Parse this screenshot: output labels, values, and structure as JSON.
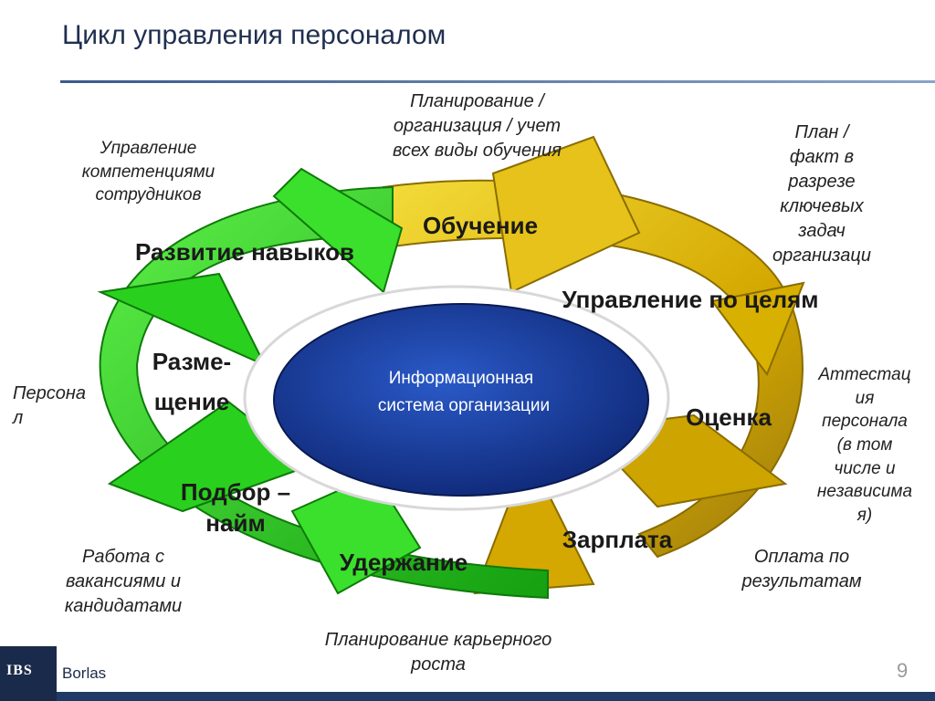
{
  "header": {
    "title": "Цикл управления персоналом"
  },
  "center": {
    "line1": "Информационная",
    "line2": "система организации"
  },
  "stages": {
    "obuchenie": "Обучение",
    "upravlenie": "Управление по целям",
    "ocenka": "Оценка",
    "zarplata": "Зарплата",
    "uderzhanie": "Удержание",
    "podbor_1": "Подбор –",
    "podbor_2": "найм",
    "razmeschenie_1": "Разме-",
    "razmeschenie_2": "щение",
    "razvitie": "Развитие навыков"
  },
  "notes": {
    "top_center": [
      "Планирование /",
      "организация / учет",
      "всех виды обучения"
    ],
    "top_left": [
      "Управление",
      "компетенциями",
      "сотрудников"
    ],
    "top_right": [
      "План /",
      "факт в",
      "разрезе",
      "ключевых",
      "задач",
      "организаци"
    ],
    "left": [
      "Персона",
      "л"
    ],
    "right": [
      "Аттестац",
      "ия",
      "персонала",
      "(в том",
      "числе и",
      "независима",
      "я)"
    ],
    "bottom_left": [
      "Работа с",
      "вакансиями и",
      "кандидатами"
    ],
    "bottom_right": [
      "Оплата по",
      "результатам"
    ],
    "bottom_center": [
      "Планирование карьерного",
      "роста"
    ]
  },
  "footer": {
    "logo": "IBS",
    "brand": "Borlas",
    "page": "9"
  },
  "colors": {
    "green": "#22c21a",
    "gold": "#d8b000",
    "blue": "#1a3fa8",
    "navy": "#1f3a66"
  }
}
